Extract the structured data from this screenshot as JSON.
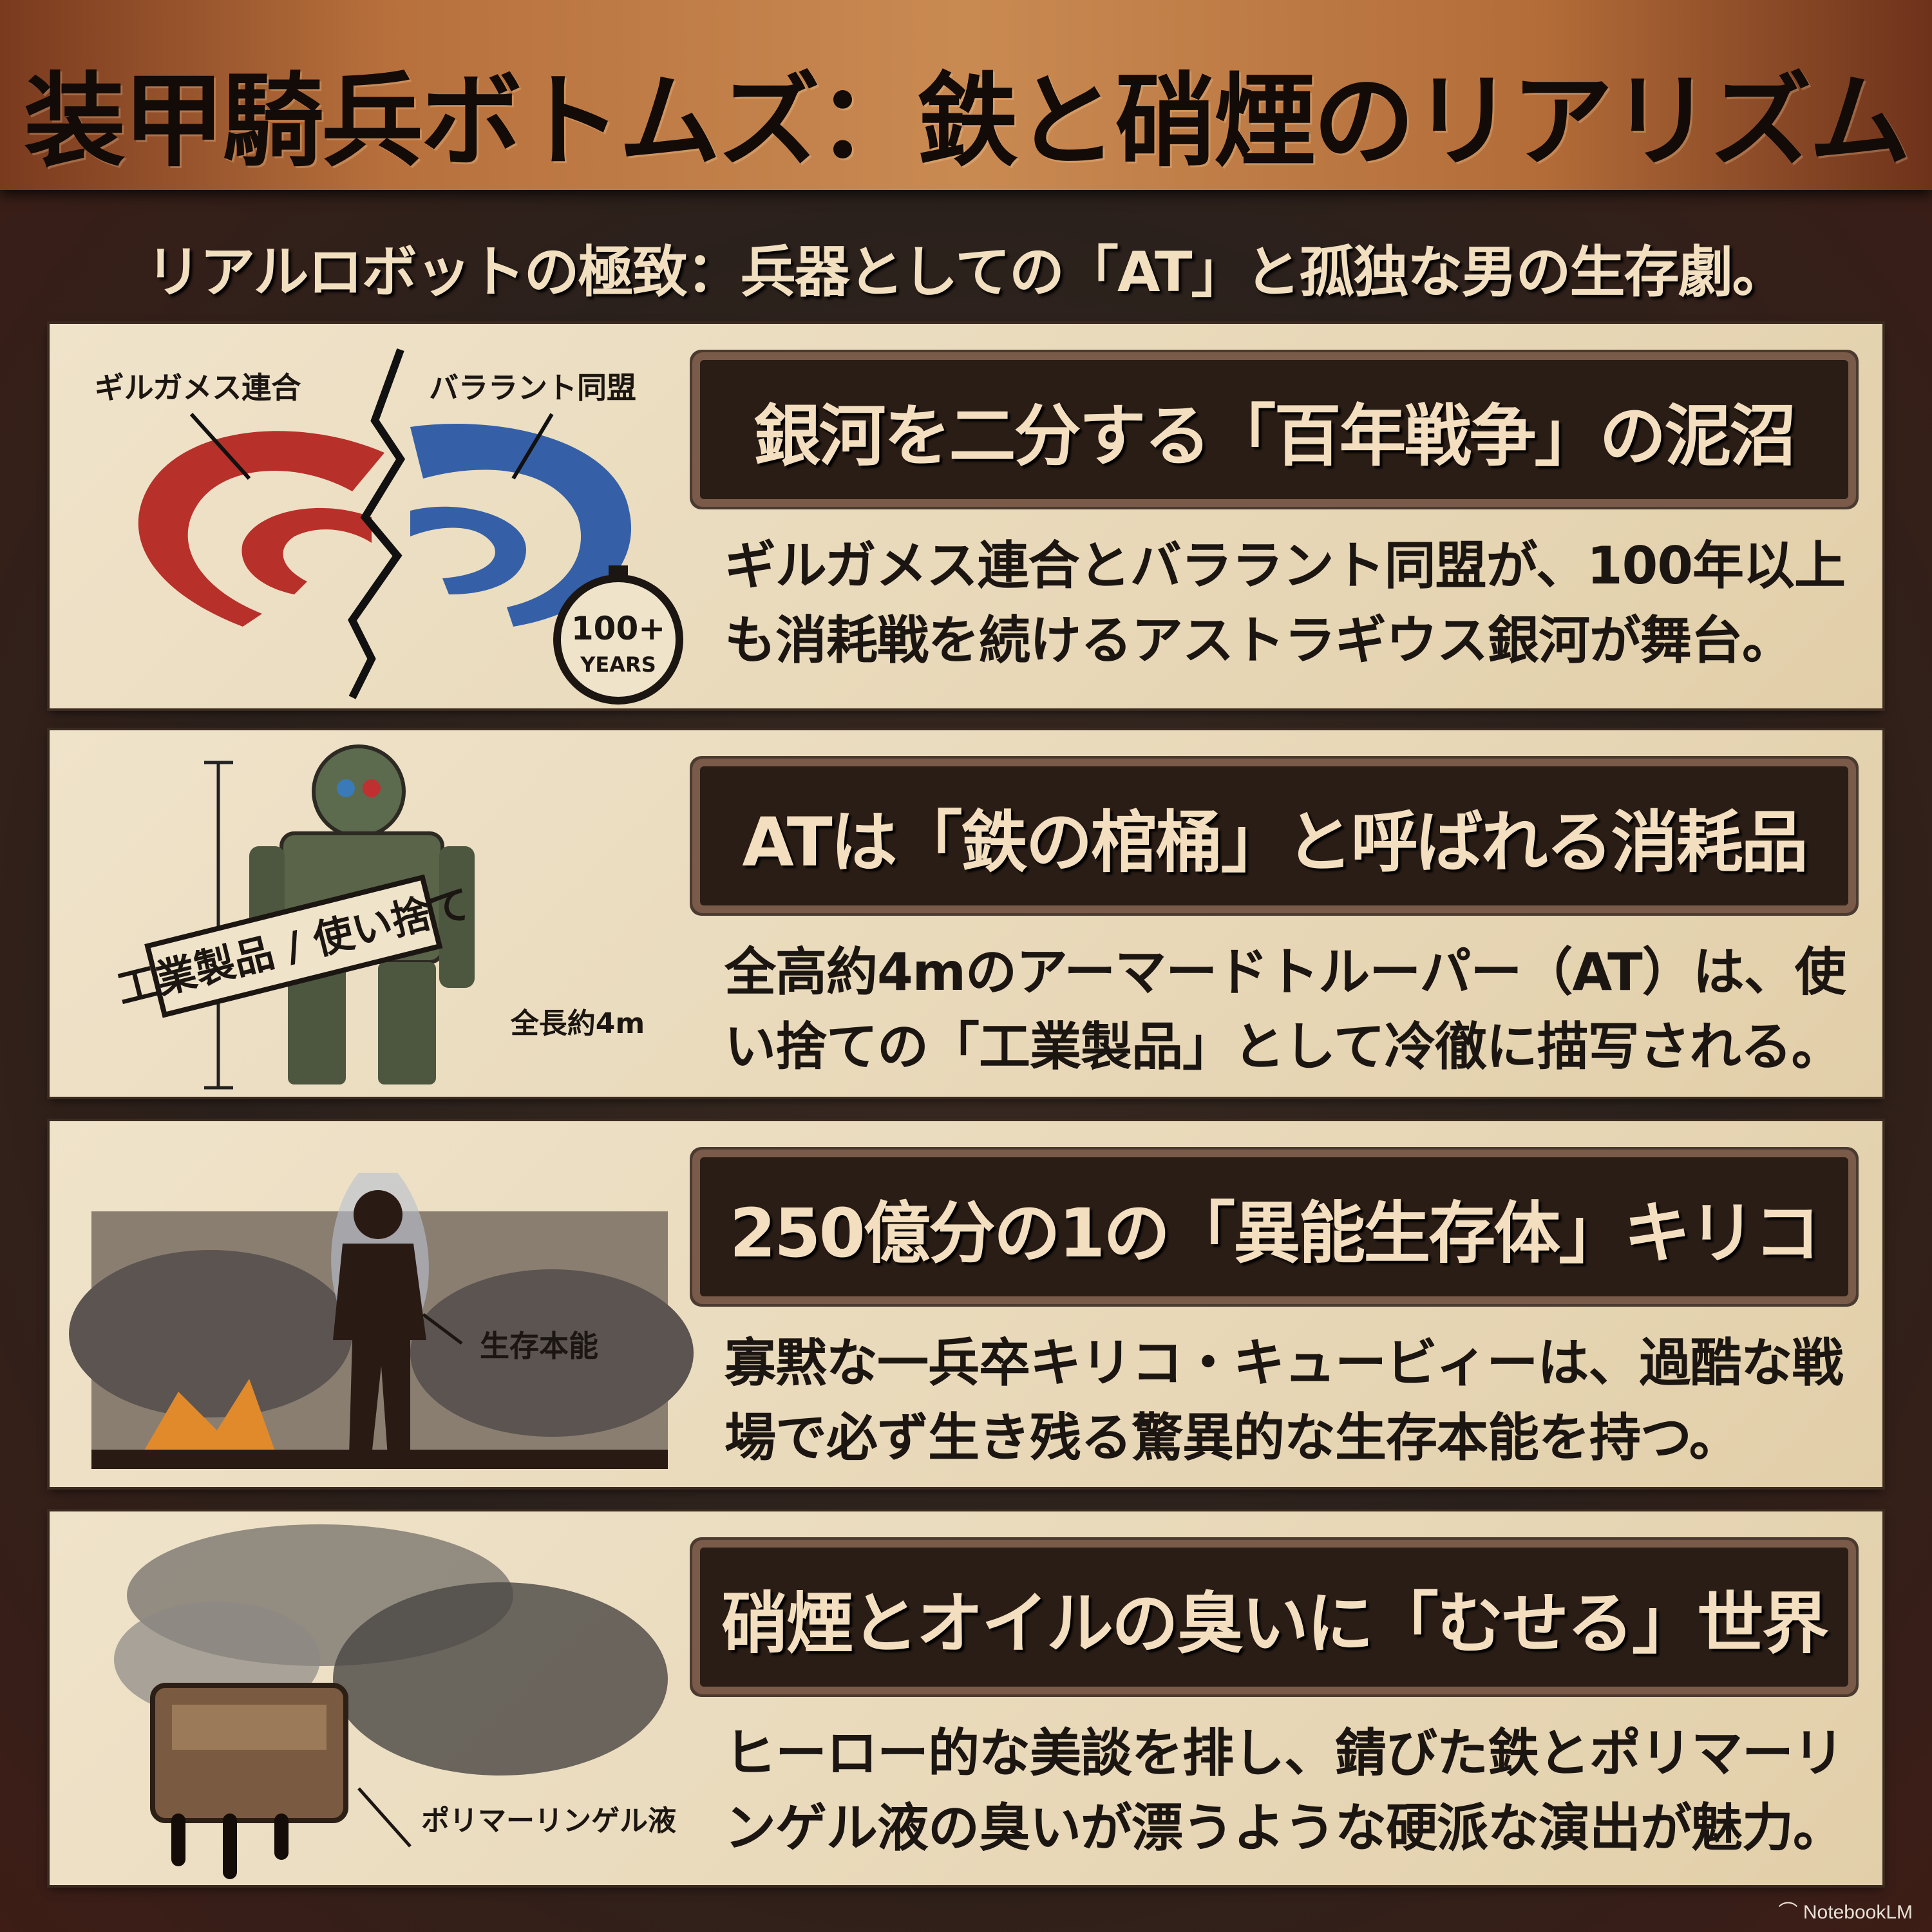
{
  "header": {
    "title": "装甲騎兵ボトムズ：鉄と硝煙のリアリズム"
  },
  "subtitle": "リアルロボットの極致：兵器としての「AT」と孤独な男の生存劇。",
  "panels": [
    {
      "heading": "銀河を二分する「百年戦争」の泥沼",
      "body": "ギルガメス連合とバララント同盟が、100年以上も消耗戦を続けるアストラギウス銀河が舞台。",
      "labels": {
        "left": "ギルガメス連合",
        "right": "バララント同盟",
        "timer_top": "100+",
        "timer_bottom": "YEARS"
      },
      "icon": "split-galaxy-icon"
    },
    {
      "heading": "ATは「鉄の棺桶」と呼ばれる消耗品",
      "body": "全高約4mのアーマードトルーパー（AT）は、使い捨ての「工業製品」として冷徹に描写される。",
      "labels": {
        "stamp": "工業製品 / 使い捨て",
        "height": "全長約4m"
      },
      "icon": "mecha-robot-icon"
    },
    {
      "heading": "250億分の1の「異能生存体」キリコ",
      "body": "寡黙な一兵卒キリコ・キュービィーは、過酷な戦場で必ず生き残る驚異的な生存本能を持つ。",
      "labels": {
        "instinct": "生存本能"
      },
      "icon": "soldier-silhouette-icon"
    },
    {
      "heading": "硝煙とオイルの臭いに「むせる」世界",
      "body": "ヒーロー的な美談を排し、錆びた鉄とポリマーリンゲル液の臭いが漂うような硬派な演出が魅力。",
      "labels": {
        "fluid": "ポリマーリンゲル液"
      },
      "icon": "rusty-engine-icon"
    }
  ],
  "watermark": "NotebookLM",
  "colors": {
    "red_faction": "#b8302a",
    "blue_faction": "#3560a8",
    "plate": "#2a1d16",
    "paper": "#ece0c4"
  }
}
